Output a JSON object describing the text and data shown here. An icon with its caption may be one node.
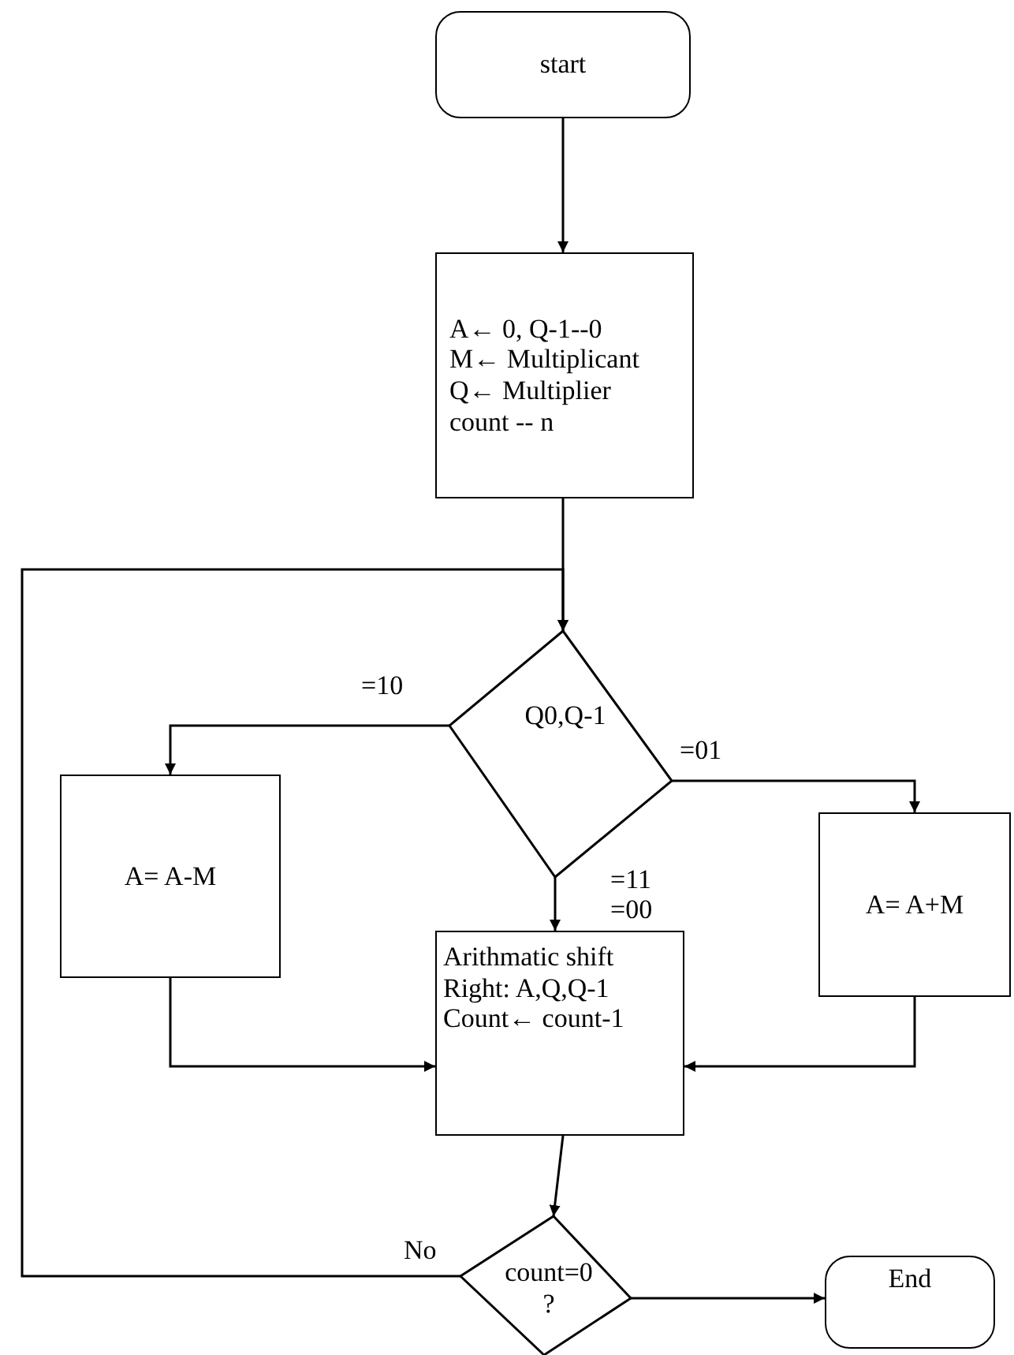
{
  "diagram": {
    "nodes": [
      {
        "text": [
          "start"
        ]
      },
      {
        "text": [
          "A← 0, Q-1--0",
          "M← Multiplicant",
          "Q← Multiplier",
          "count -- n"
        ]
      },
      {
        "text": [
          "Q0,Q-1"
        ]
      },
      {
        "text": [
          "A= A-M"
        ]
      },
      {
        "text": [
          "A= A+M"
        ]
      },
      {
        "text": [
          "Arithmatic shift",
          "Right: A,Q,Q-1",
          "Count← count-1"
        ]
      },
      {
        "text": [
          "count=0 ?"
        ]
      },
      {
        "text": [
          "End"
        ]
      }
    ],
    "edges": [
      {
        "from": 0,
        "to": 1,
        "arrow": "to"
      },
      {
        "from": 1,
        "to": 2,
        "arrow": "to"
      },
      {
        "from": 2,
        "to": 3,
        "arrow": "to",
        "label": "=10"
      },
      {
        "from": 2,
        "to": 4,
        "arrow": "to",
        "label": "=01"
      },
      {
        "from": 2,
        "to": 5,
        "arrow": "to",
        "label": "=11 =00"
      },
      {
        "from": 3,
        "to": 5,
        "arrow": "to"
      },
      {
        "from": 4,
        "to": 5,
        "arrow": "to"
      },
      {
        "from": 5,
        "to": 6,
        "arrow": "to"
      },
      {
        "from": 6,
        "to": 2,
        "arrow": "to",
        "label": "No"
      },
      {
        "from": 6,
        "to": 7,
        "arrow": "to"
      }
    ]
  }
}
